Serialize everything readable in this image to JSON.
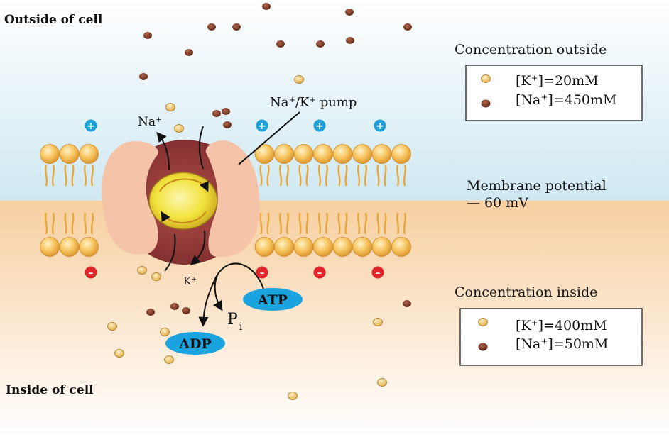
{
  "labels": {
    "outside": "Outside of cell",
    "inside": "Inside of cell",
    "pump": "Na⁺/K⁺ pump",
    "na_out": "Na⁺",
    "k_in": "K⁺",
    "pi_main": "P",
    "pi_sub": "i",
    "atp": "ATP",
    "adp": "ADP",
    "membrane_potential_line1": "Membrane potential",
    "membrane_potential_line2": "— 60 mV",
    "plus": "+",
    "minus": "–"
  },
  "outside_box": {
    "title": "Concentration outside",
    "k_label": "[K⁺]=20mM",
    "na_label": "[Na⁺]=450mM"
  },
  "inside_box": {
    "title": "Concentration inside",
    "k_label": "[K⁺]=400mM",
    "na_label": "[Na⁺]=50mM"
  },
  "colors": {
    "k_ion": "#f2c565",
    "na_ion": "#7a3a26",
    "outside_bg": "#d6ecf4",
    "inside_bg": "#f6d2a6",
    "membrane_head": "#f4b642",
    "pump_outer": "#8f3a38",
    "pump_flap": "#f2bca0",
    "pump_core": "#f0e14a",
    "atp_fill": "#1aa3de",
    "plus_fill": "#1f9fd8",
    "minus_fill": "#e2242b"
  }
}
